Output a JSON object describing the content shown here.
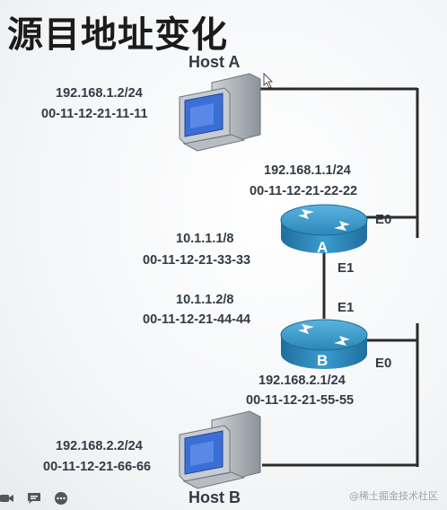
{
  "title": "源目地址变化",
  "host_a": {
    "name": "Host A",
    "ip": "192.168.1.2/24",
    "mac": "00-11-12-21-11-11"
  },
  "host_b": {
    "name": "Host B",
    "ip": "192.168.2.2/24",
    "mac": "00-11-12-21-66-66"
  },
  "router_a": {
    "label": "A",
    "e0_name": "E0",
    "e0_ip": "192.168.1.1/24",
    "e0_mac": "00-11-12-21-22-22",
    "e1_name": "E1",
    "e1_ip": "10.1.1.1/8",
    "e1_mac": "00-11-12-21-33-33"
  },
  "router_b": {
    "label": "B",
    "e0_name": "E0",
    "e0_ip": "192.168.2.1/24",
    "e0_mac": "00-11-12-21-55-55",
    "e1_name": "E1",
    "e1_ip": "10.1.1.2/8",
    "e1_mac": "00-11-12-21-44-44"
  },
  "watermark": "@稀土掘金技术社区",
  "colors": {
    "router": "#2f8fbf",
    "link": "#2b2b2b",
    "screen": "#3b6fd6"
  }
}
